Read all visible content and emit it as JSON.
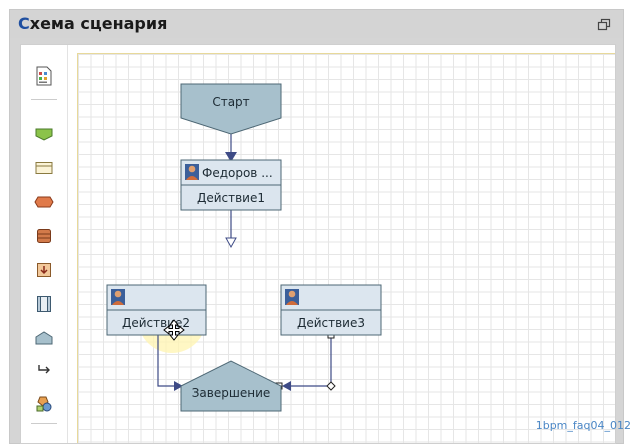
{
  "panel": {
    "title_first": "С",
    "title_rest": "хема сценария"
  },
  "toolbar": {
    "tools": [
      "palette-icon",
      "green-start-shape-icon",
      "task-box-shape-icon",
      "hexagon-shape-icon",
      "database-shape-icon",
      "subprocess-down-arrow-icon",
      "frame-shape-icon",
      "pentagon-end-shape-icon",
      "connector-arrow-icon",
      "shapes-group-icon"
    ]
  },
  "diagram": {
    "start_label": "Старт",
    "task1_user": "Федоров ...",
    "task1_label": "Действие1",
    "task2_label": "Действие2",
    "task3_label": "Действие3",
    "end_label": "Завершение"
  },
  "watermark": "1bpm_faq04_012",
  "colors": {
    "node_fill": "#a7c0cc",
    "node_stroke": "#4d6774",
    "task_header": "#dce6ef",
    "task_body": "#dbe5ee",
    "arrow": "#3e4b86",
    "highlight": "#fff4b0"
  }
}
